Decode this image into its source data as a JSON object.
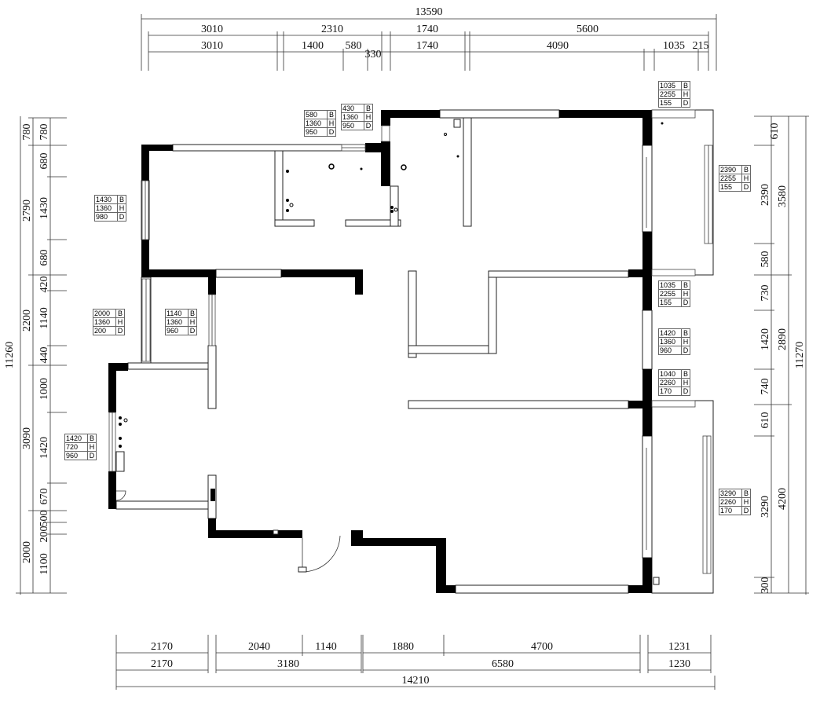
{
  "dimensions": {
    "top": {
      "total": "13590",
      "row1": [
        "3010",
        "2310",
        "1740",
        "5600"
      ],
      "row2": [
        "3010",
        "1400",
        "580",
        "330",
        "1740",
        "4090",
        "1035",
        "215"
      ]
    },
    "bottom": {
      "row1": [
        "2170",
        "2040",
        "1140",
        "1880",
        "4700",
        "1231"
      ],
      "row2": [
        "2170",
        "3180",
        "6580",
        "1230"
      ],
      "total": "14210"
    },
    "left": {
      "total": "11260",
      "row1": [
        "780",
        "2790",
        "2200",
        "3090",
        "2000"
      ],
      "row2": [
        "780",
        "680",
        "1430",
        "680",
        "420",
        "1140",
        "440",
        "1000",
        "1420",
        "670",
        "500",
        "200",
        "1100"
      ]
    },
    "right": {
      "total": "11270",
      "row1": [
        "3580",
        "2890",
        "4200"
      ],
      "row2": [
        "610",
        "2390",
        "580",
        "730",
        "1420",
        "740",
        "610",
        "3290",
        "300"
      ]
    }
  },
  "tag_keys": [
    "B",
    "H",
    "D"
  ],
  "openings": [
    {
      "b": "1035",
      "h": "2255",
      "d": "155"
    },
    {
      "b": "580",
      "h": "1360",
      "d": "950"
    },
    {
      "b": "430",
      "h": "1360",
      "d": "950"
    },
    {
      "b": "1430",
      "h": "1360",
      "d": "980"
    },
    {
      "b": "2390",
      "h": "2255",
      "d": "155"
    },
    {
      "b": "1035",
      "h": "2255",
      "d": "155"
    },
    {
      "b": "2000",
      "h": "1360",
      "d": "200"
    },
    {
      "b": "1140",
      "h": "1360",
      "d": "960"
    },
    {
      "b": "1420",
      "h": "1360",
      "d": "960"
    },
    {
      "b": "1040",
      "h": "2260",
      "d": "170"
    },
    {
      "b": "1420",
      "h": "720",
      "d": "960"
    },
    {
      "b": "3290",
      "h": "2260",
      "d": "170"
    }
  ]
}
